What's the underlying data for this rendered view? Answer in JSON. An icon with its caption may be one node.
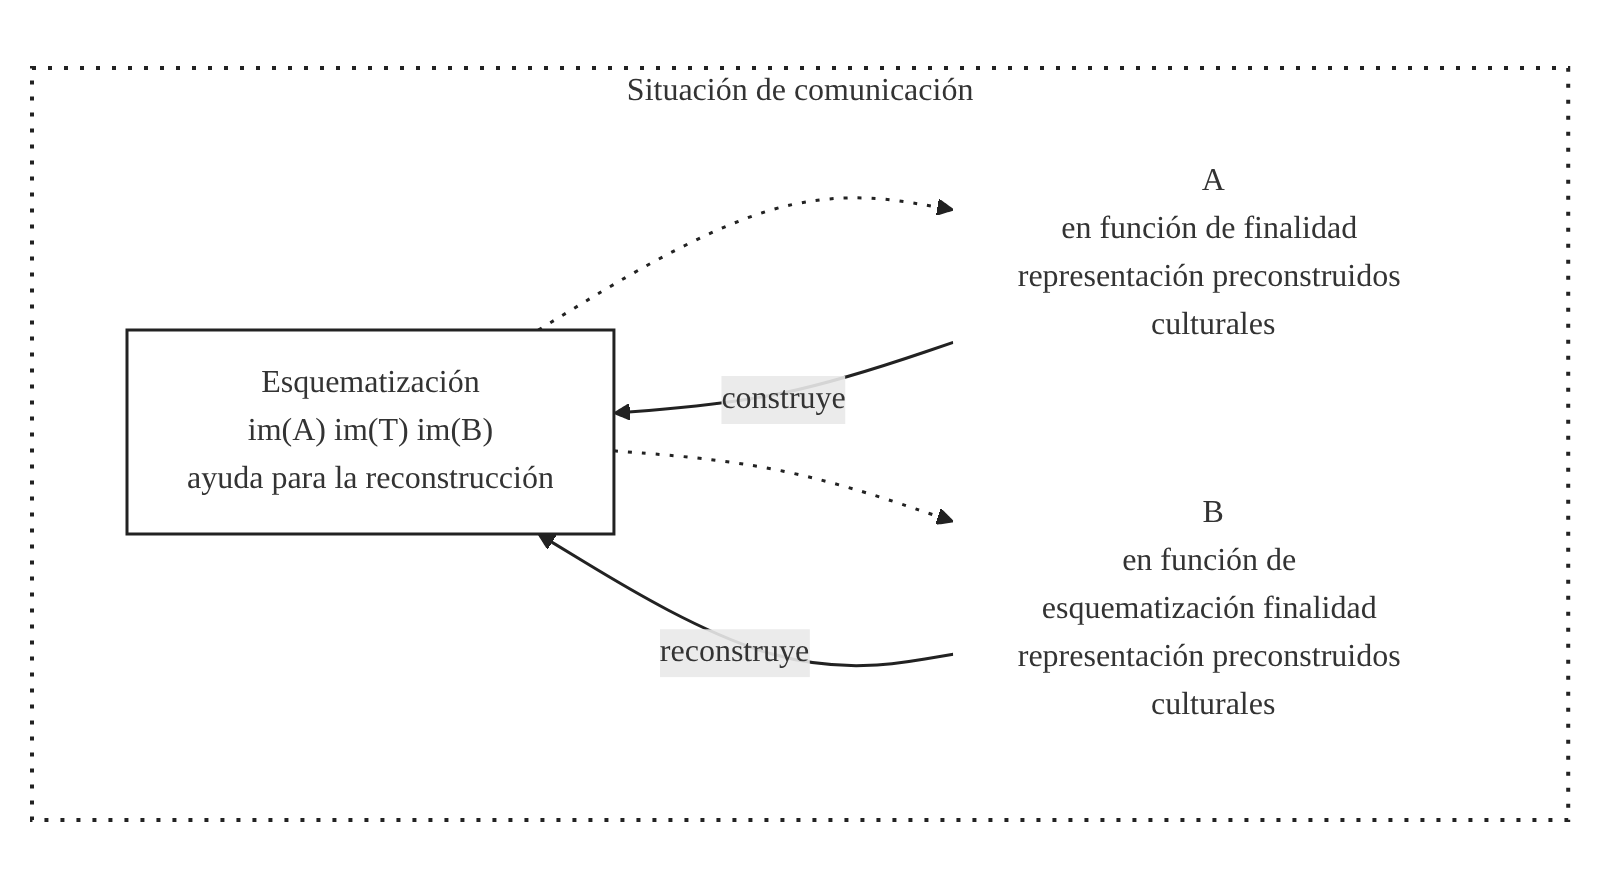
{
  "diagram": {
    "nodes": [
      {
        "text": [
          "Situación de comunicación"
        ]
      },
      {
        "text": [
          "Esquematización",
          "im(A) im(T) im(B)",
          "ayuda para la reconstrucción"
        ],
        "in": 0
      },
      {
        "text": [
          "A",
          "en función de finalidad representación preconstruidos culturales"
        ],
        "in": 0
      },
      {
        "text": [
          "B",
          "en función de esquematización finalidad representación preconstruidos culturales"
        ],
        "in": 0
      }
    ],
    "edges": [
      {
        "from": 2,
        "to": 1,
        "arrow": "to",
        "label": "construye"
      },
      {
        "from": 3,
        "to": 1,
        "arrow": "to",
        "label": "reconstruye"
      },
      {
        "from": 1,
        "to": 2,
        "arrow": "to",
        "style": "dashed"
      },
      {
        "from": 1,
        "to": 3,
        "arrow": "to",
        "style": "dashed"
      }
    ]
  }
}
